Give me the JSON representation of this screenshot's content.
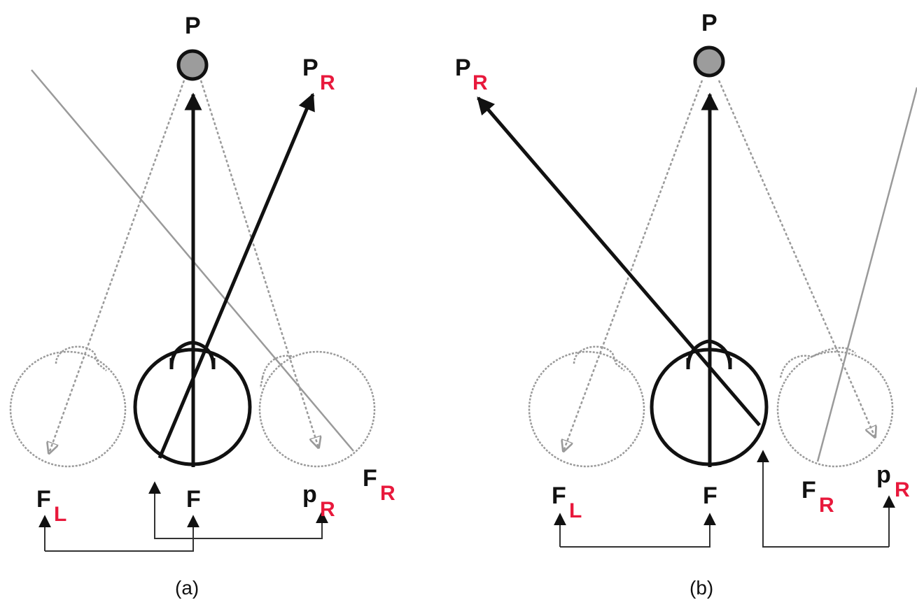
{
  "colors": {
    "ink": "#111111",
    "ghost": "#9a9a9a",
    "subscript": "#e8193c",
    "point_fill": "#9c9c9c"
  },
  "panel_a": {
    "caption": "(a)",
    "point_label": "P",
    "p_r_main": "P",
    "p_r_sub": "R",
    "f_l_main": "F",
    "f_l_sub": "L",
    "f_main": "F",
    "pr_small_main": "p",
    "pr_small_sub": "R",
    "f_r_main": "F",
    "f_r_sub": "R"
  },
  "panel_b": {
    "caption": "(b)",
    "point_label": "P",
    "p_r_main": "P",
    "p_r_sub": "R",
    "f_l_main": "F",
    "f_l_sub": "L",
    "f_main": "F",
    "f_r_main": "F",
    "f_r_sub": "R",
    "pr_small_main": "p",
    "pr_small_sub": "R"
  }
}
